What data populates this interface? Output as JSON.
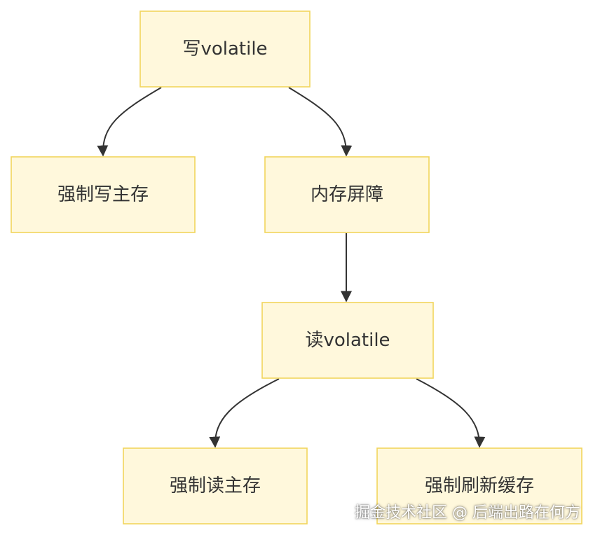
{
  "diagram": {
    "nodes": [
      {
        "id": "write",
        "label": "写volatile"
      },
      {
        "id": "force-write",
        "label": "强制写主存"
      },
      {
        "id": "barrier",
        "label": "内存屏障"
      },
      {
        "id": "read",
        "label": "读volatile"
      },
      {
        "id": "force-read",
        "label": "强制读主存"
      },
      {
        "id": "flush",
        "label": "强制刷新缓存"
      }
    ],
    "edges": [
      {
        "from": "write",
        "to": "force-write"
      },
      {
        "from": "write",
        "to": "barrier"
      },
      {
        "from": "barrier",
        "to": "read"
      },
      {
        "from": "read",
        "to": "force-read"
      },
      {
        "from": "read",
        "to": "flush"
      }
    ]
  },
  "watermark": "掘金技术社区 @ 后端出路在何方",
  "colors": {
    "node_fill": "#fff8dc",
    "node_border": "#f2d55c",
    "edge": "#333333",
    "text": "#333333"
  }
}
